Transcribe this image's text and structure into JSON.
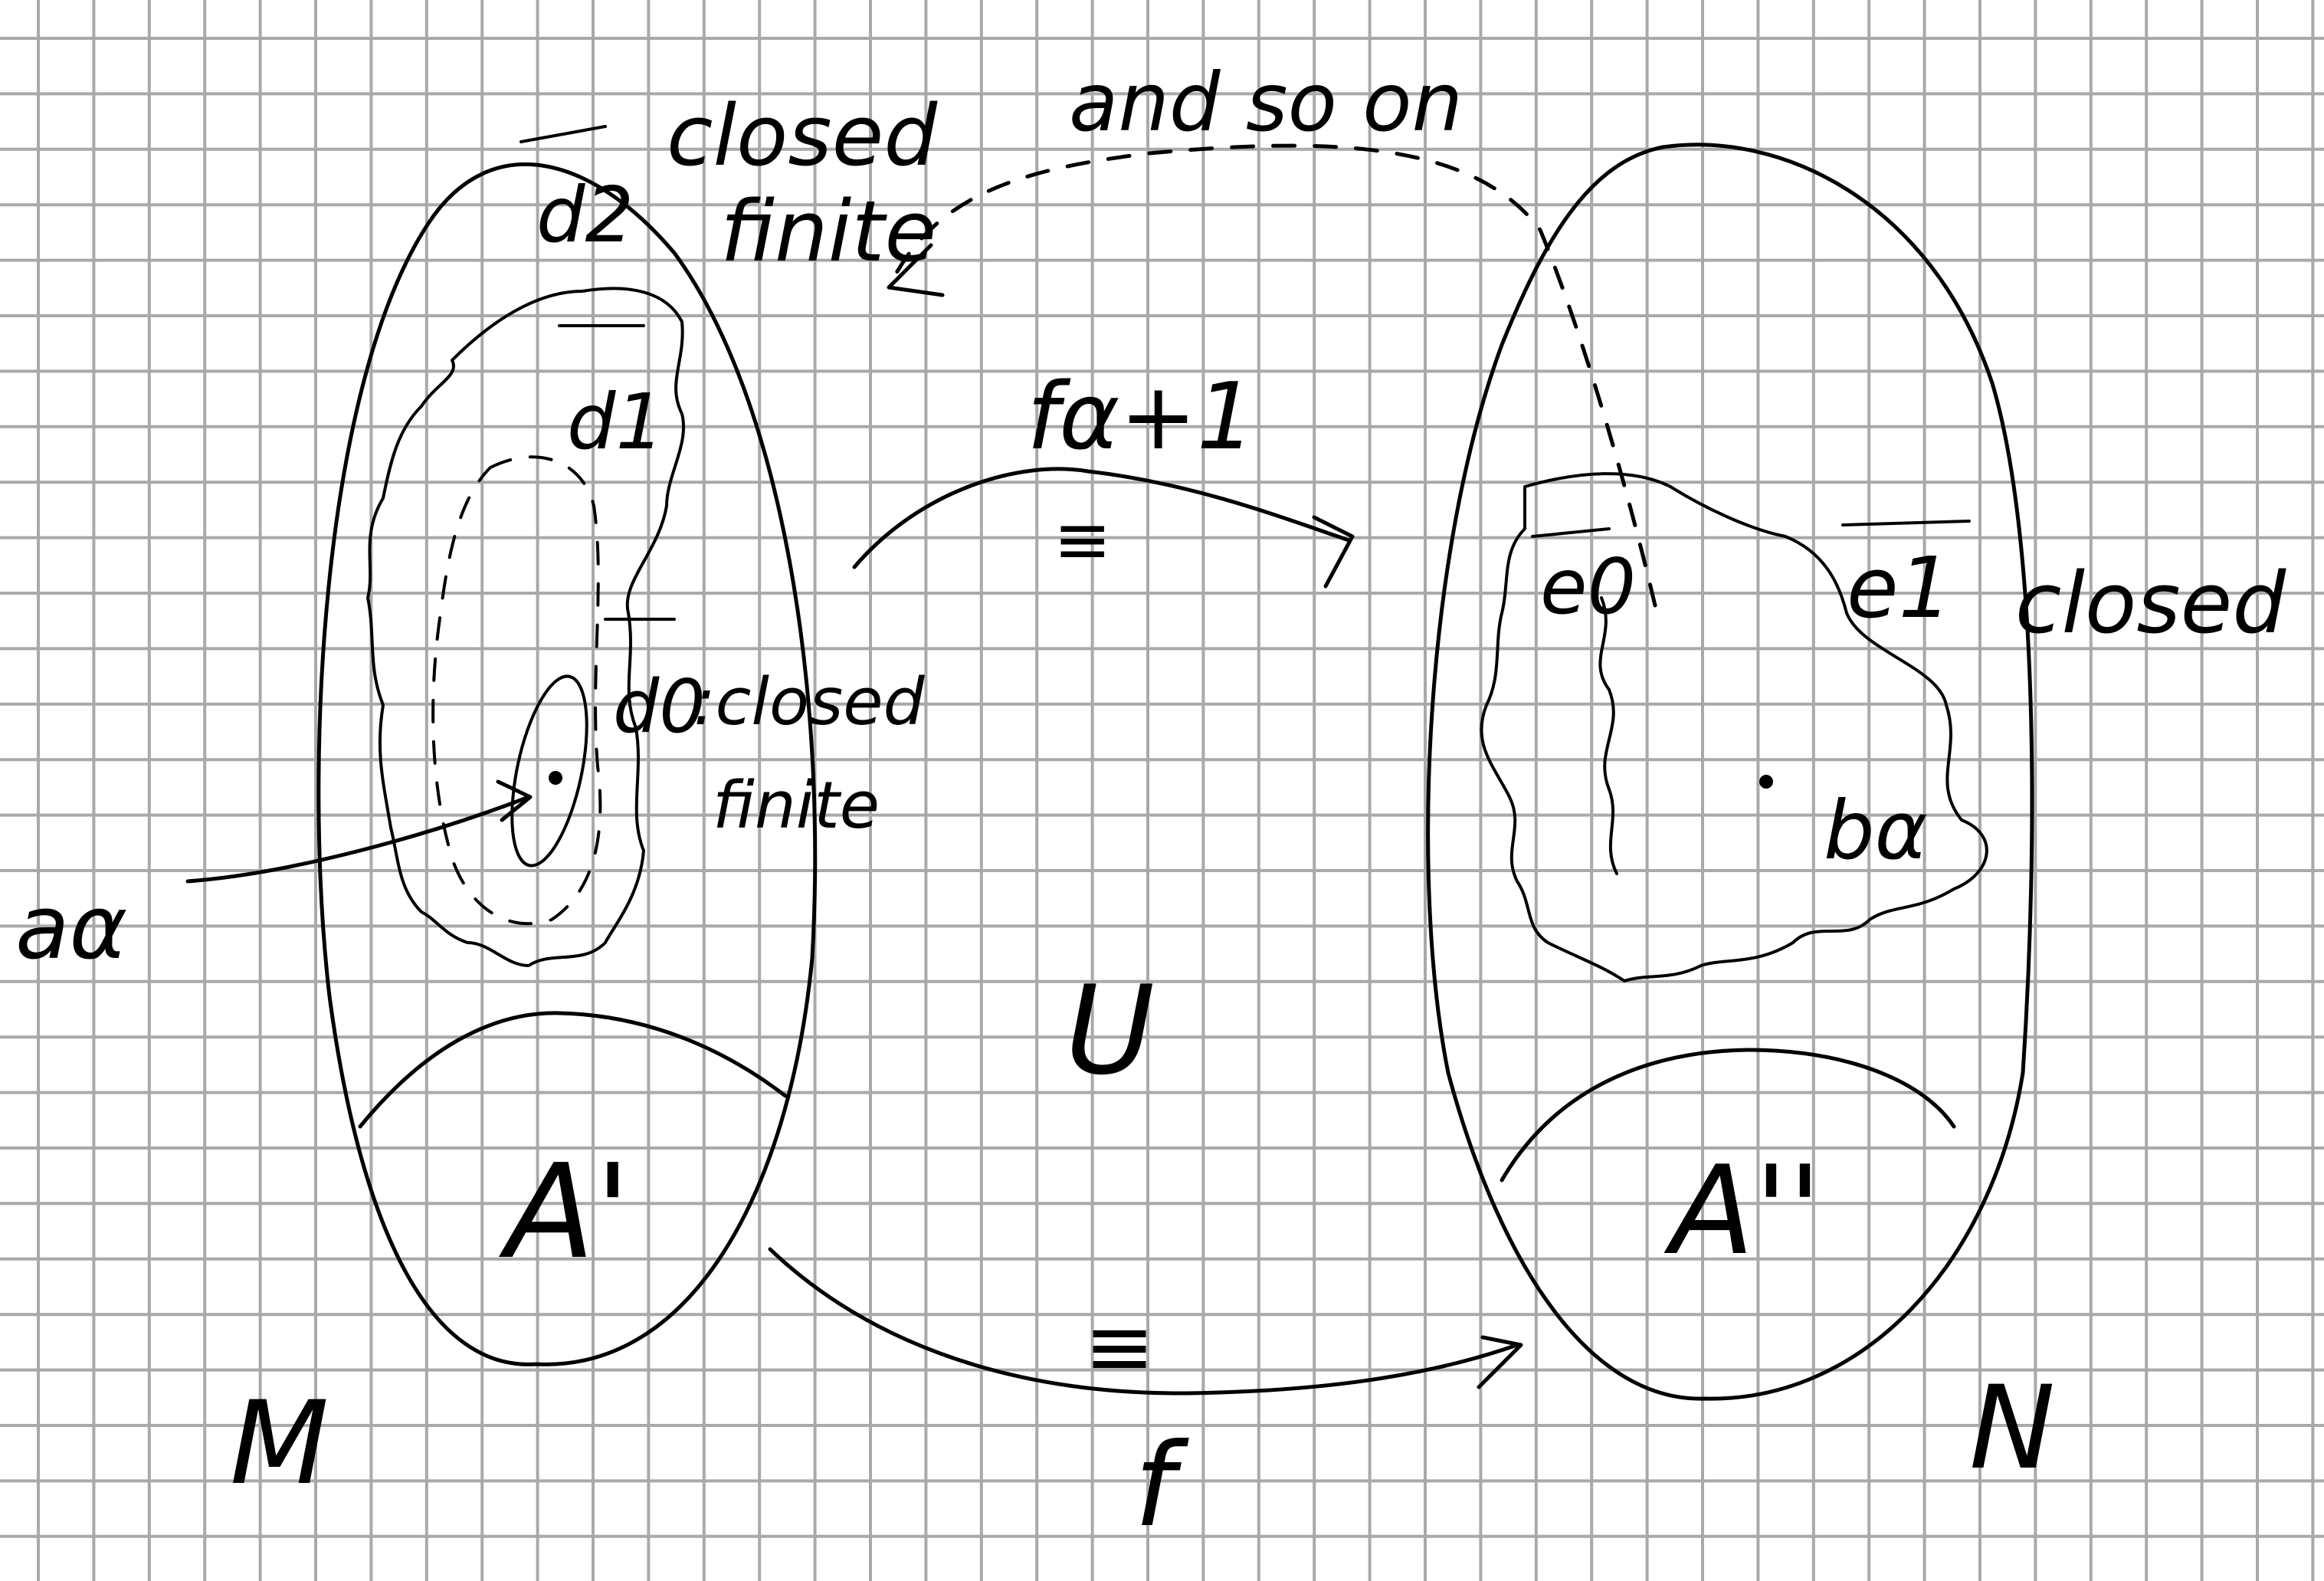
{
  "colors": {
    "background": "#ffffff",
    "grid": "#a9a9a9",
    "ink": "#000000"
  },
  "sets": {
    "left": "M",
    "right": "N",
    "middle": "U",
    "left_sub": "A'",
    "right_sub": "A''"
  },
  "maps": {
    "top": "fα+1",
    "bottom": "f",
    "iso_symbol": "≡"
  },
  "labels": {
    "a_alpha": "aα",
    "b_alpha": "bα",
    "d0": "d0",
    "d0_note_line1": ":closed",
    "d0_note_line2": "finite",
    "d1": "d1",
    "d2": "d2",
    "d2_note_line1": "closed",
    "d2_note_line2": "finite",
    "e0": "e0",
    "e1": "e1",
    "e1_note": "closed",
    "and_so_on": "and so on"
  }
}
